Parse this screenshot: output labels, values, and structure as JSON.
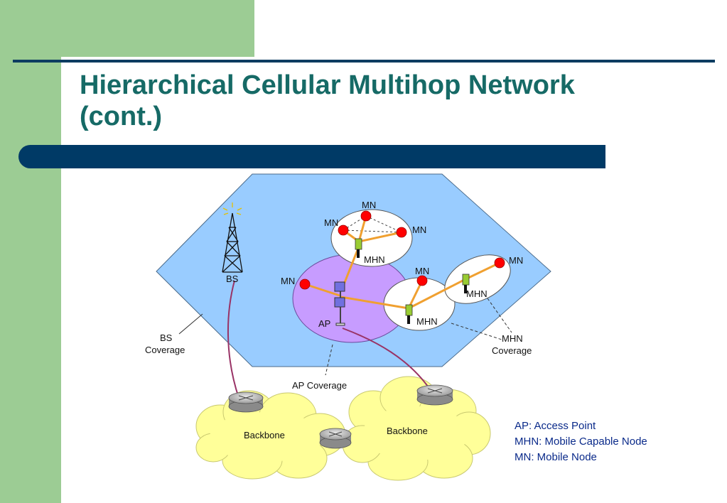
{
  "slide": {
    "title": "Hierarchical Cellular Multihop Network\n(cont.)"
  },
  "diagram": {
    "labels": {
      "bs": "BS",
      "ap": "AP",
      "bs_coverage_1": "BS",
      "bs_coverage_2": "Coverage",
      "ap_coverage": "AP Coverage",
      "mhn_coverage_1": "MHN",
      "mhn_coverage_2": "Coverage",
      "backbone_left": "Backbone",
      "backbone_right": "Backbone",
      "mn_top": "MN",
      "mn_top_left": "MN",
      "mn_top_right": "MN",
      "mhn_top": "MHN",
      "mn_left": "MN",
      "mn_mid": "MN",
      "mhn_mid": "MHN",
      "mn_right": "MN",
      "mhn_right": "MHN"
    },
    "legend": [
      "AP: Access Point",
      "MHN: Mobile Capable Node",
      "MN: Mobile Node"
    ],
    "colors": {
      "hexagon": "#99ccff",
      "ap_cell": "#c79cff",
      "mn_node": "#ff0000",
      "mhn_node": "#99cc33",
      "link": "#f0a030",
      "wired_link": "#993366",
      "cloud": "#ffff99"
    }
  }
}
